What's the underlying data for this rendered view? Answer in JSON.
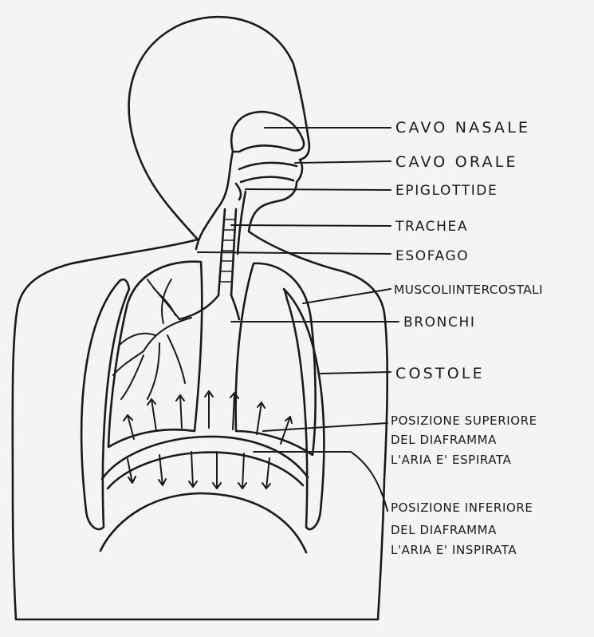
{
  "colors": {
    "ink": "#1a1a1a",
    "paper": "#f4f4f2"
  },
  "labels": {
    "cavo_nasale": "CAVO NASALE",
    "cavo_orale": "CAVO ORALE",
    "epiglottide": "EPIGLOTTIDE",
    "trachea": "TRACHEA",
    "esofago": "ESOFAGO",
    "muscoli_intercostali": "MUSCOLIINTERCOSTALI",
    "bronchi": "BRONCHI",
    "costole": "COSTOLE",
    "posizione_superiore": {
      "line1": "POSIZIONE SUPERIORE",
      "line2": "DEL DIAFRAMMA",
      "line3": "L'ARIA E' ESPIRATA"
    },
    "posizione_inferiore": {
      "line1": "POSIZIONE INFERIORE",
      "line2": "DEL DIAFRAMMA",
      "line3": "L'ARIA E' INSPIRATA"
    }
  }
}
